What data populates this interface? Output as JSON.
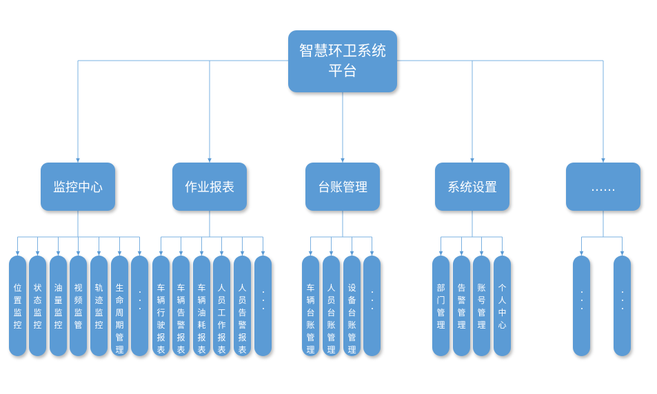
{
  "root": {
    "title_line1": "智慧环卫系统",
    "title_line2": "平台"
  },
  "categories": [
    {
      "label": "监控中心",
      "children": [
        "位置监控",
        "状态监控",
        "油量监控",
        "视频监管",
        "轨迹监控",
        "生命周期管理",
        "···"
      ]
    },
    {
      "label": "作业报表",
      "children": [
        "车辆行驶报表",
        "车辆告警报表",
        "车辆油耗报表",
        "人员工作报表",
        "人员告警报表",
        "···"
      ]
    },
    {
      "label": "台账管理",
      "children": [
        "车辆台账管理",
        "人员台账管理",
        "设备台账管理",
        "···"
      ]
    },
    {
      "label": "系统设置",
      "children": [
        "部门管理",
        "告警管理",
        "账号管理",
        "个人中心"
      ]
    },
    {
      "label": "……",
      "children": [
        "···",
        "···"
      ]
    }
  ],
  "colors": {
    "box": "#5b9bd5",
    "line": "#7ab0e0",
    "text": "#ffffff"
  }
}
